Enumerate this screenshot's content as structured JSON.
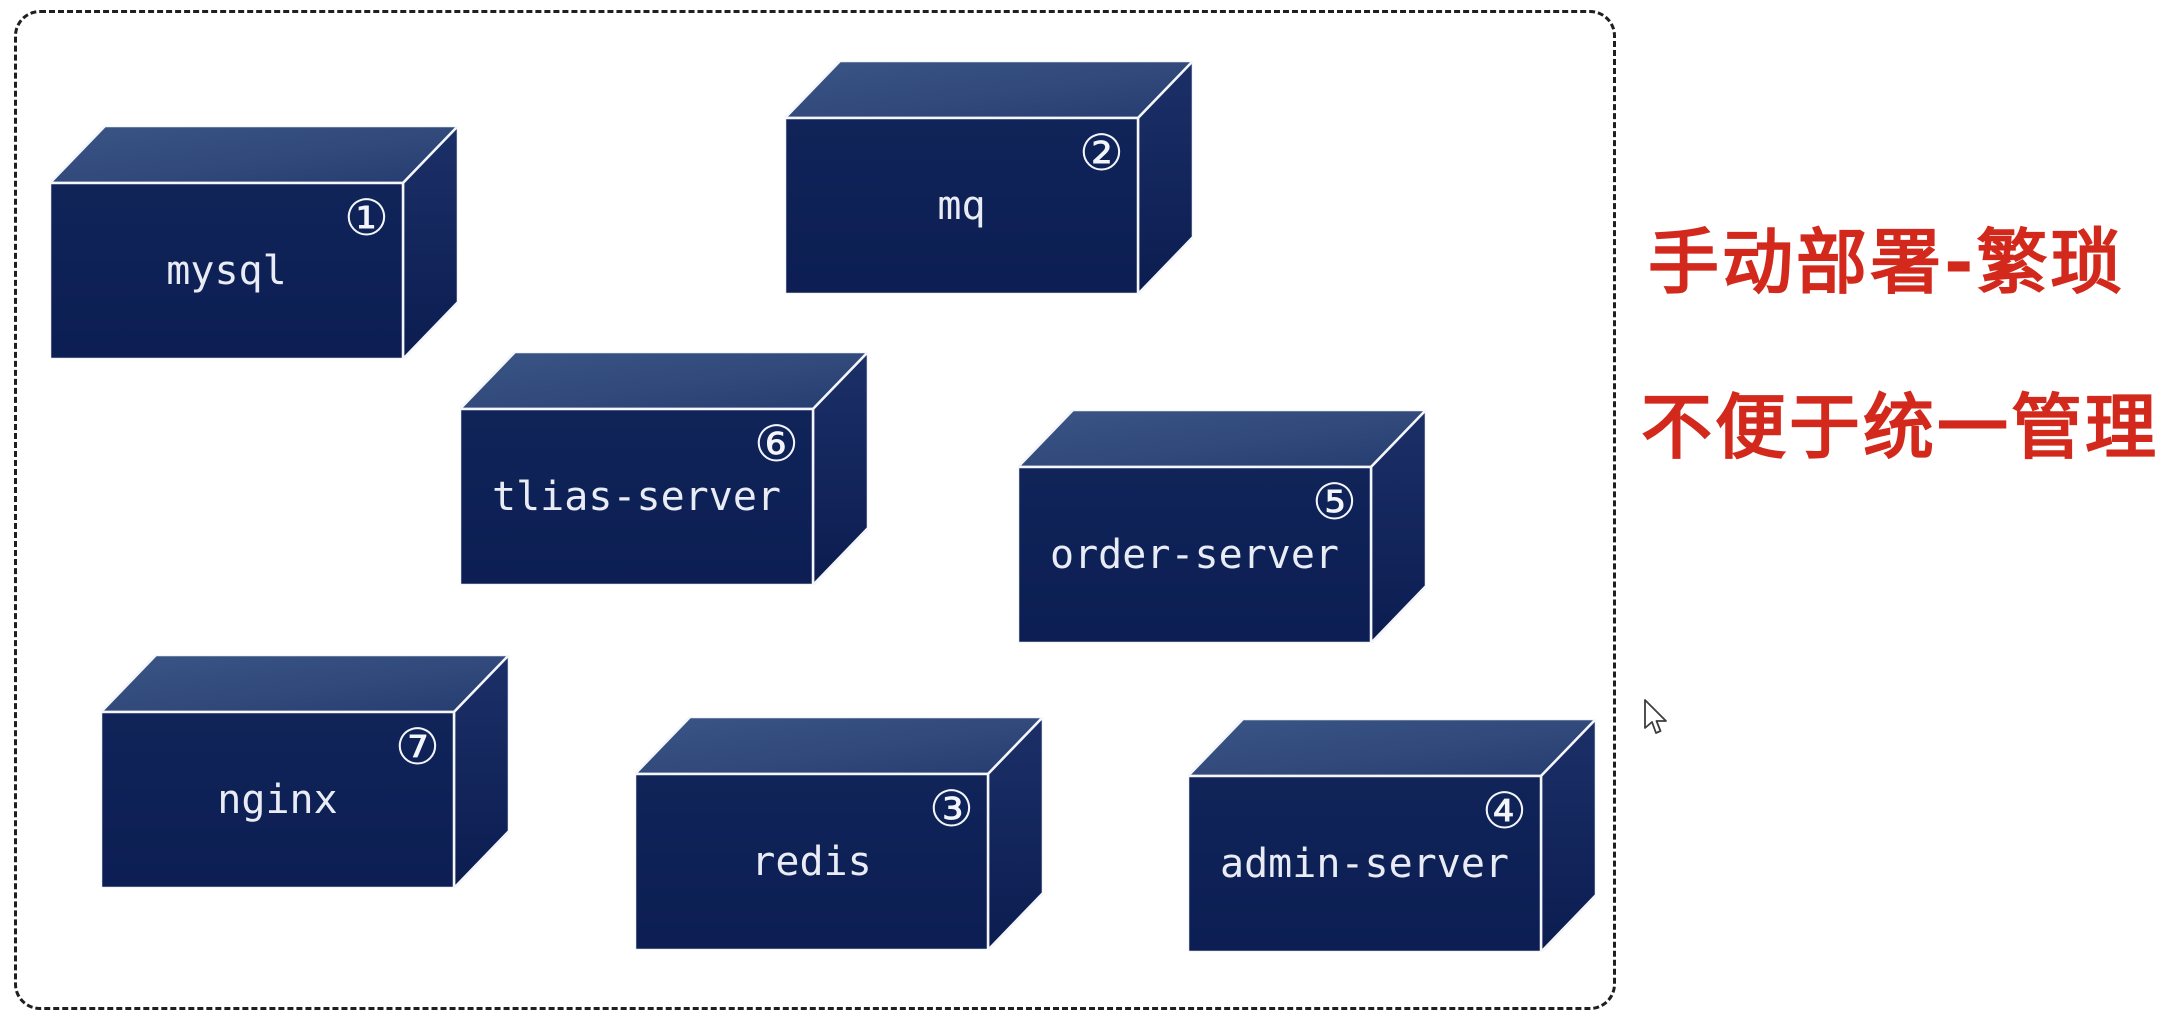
{
  "diagram": {
    "nodes": [
      {
        "label": "mysql",
        "number": "①"
      },
      {
        "label": "mq",
        "number": "②"
      },
      {
        "label": "tlias-server",
        "number": "⑥"
      },
      {
        "label": "order-server",
        "number": "⑤"
      },
      {
        "label": "nginx",
        "number": "⑦"
      },
      {
        "label": "redis",
        "number": "③"
      },
      {
        "label": "admin-server",
        "number": "④"
      }
    ],
    "annotations": {
      "line1": "手动部署-繁琐",
      "line2": "不便于统一管理",
      "color": "#d2291c"
    },
    "colors": {
      "box_front": "#0d2057",
      "box_top": "#31497b",
      "box_side": "#12255e",
      "box_edge": "#f5f6fa",
      "label_text": "#e9ecf4",
      "frame_border": "#1f1f1f",
      "background": "#ffffff"
    }
  }
}
